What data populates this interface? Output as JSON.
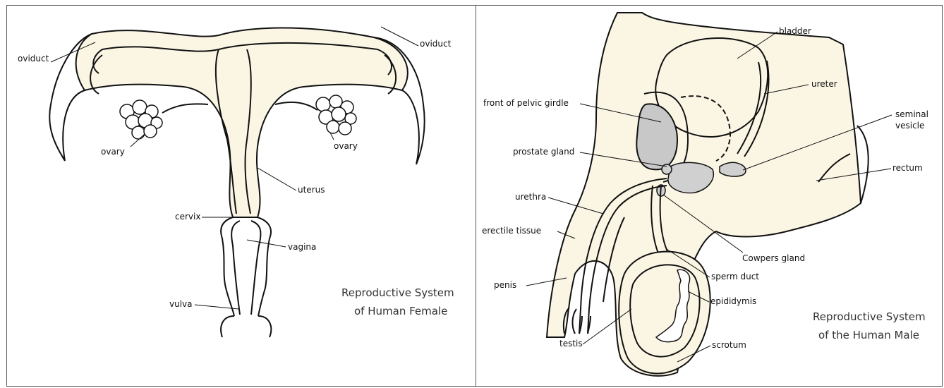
{
  "female": {
    "labels": {
      "oviduct_left": "oviduct",
      "oviduct_right": "oviduct",
      "ovary_left": "ovary",
      "ovary_right": "ovary",
      "uterus": "uterus",
      "cervix": "cervix",
      "vagina": "vagina",
      "vulva": "vulva"
    },
    "caption_line1": "Reproductive System",
    "caption_line2": "of Human Female"
  },
  "male": {
    "labels": {
      "bladder": "bladder",
      "ureter": "ureter",
      "seminal_vesicle_line1": "seminal",
      "seminal_vesicle_line2": "vesicle",
      "rectum": "rectum",
      "front_pelvic_girdle": "front of pelvic girdle",
      "prostate_gland": "prostate gland",
      "urethra": "urethra",
      "erectile_tissue": "erectile tissue",
      "penis": "penis",
      "cowpers_gland": "Cowpers gland",
      "sperm_duct": "sperm duct",
      "epididymis": "epididymis",
      "testis": "testis",
      "scrotum": "scrotum"
    },
    "caption_line1": "Reproductive System",
    "caption_line2": "of the Human Male"
  },
  "colors": {
    "tissue_fill": "#fbf6e4",
    "bone_fill": "#c8c8c8",
    "gland_fill": "#d0d0d0",
    "outline": "#111111"
  }
}
